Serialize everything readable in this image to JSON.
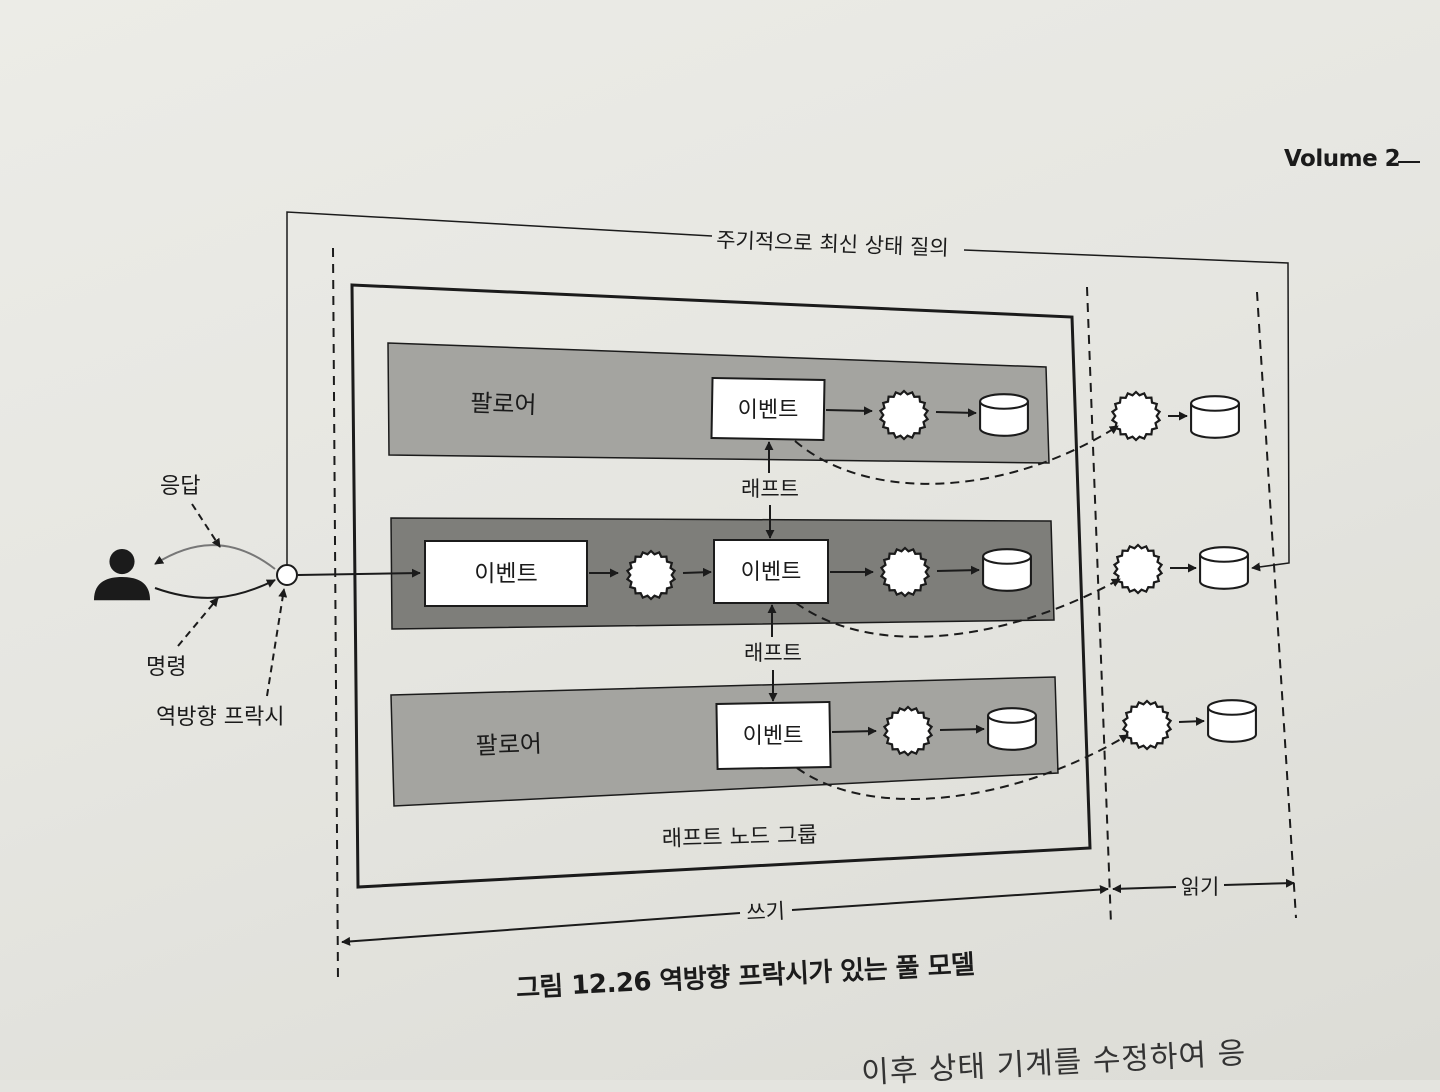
{
  "header": {
    "volume": "Volume 2"
  },
  "diagram": {
    "periodic_query": "주기적으로 최신 상태 질의",
    "response": "응답",
    "command": "명령",
    "reverse_proxy": "역방향 프락시",
    "follower_top": "팔로어",
    "follower_bottom": "팔로어",
    "event": "이벤트",
    "raft": "래프트",
    "raft_group": "래프트 노드 그룹",
    "write": "쓰기",
    "read": "읽기"
  },
  "caption": "그림 12.26 역방향 프락시가 있는 풀 모델",
  "body_text": "이후 상태 기계를 수정하여 응"
}
